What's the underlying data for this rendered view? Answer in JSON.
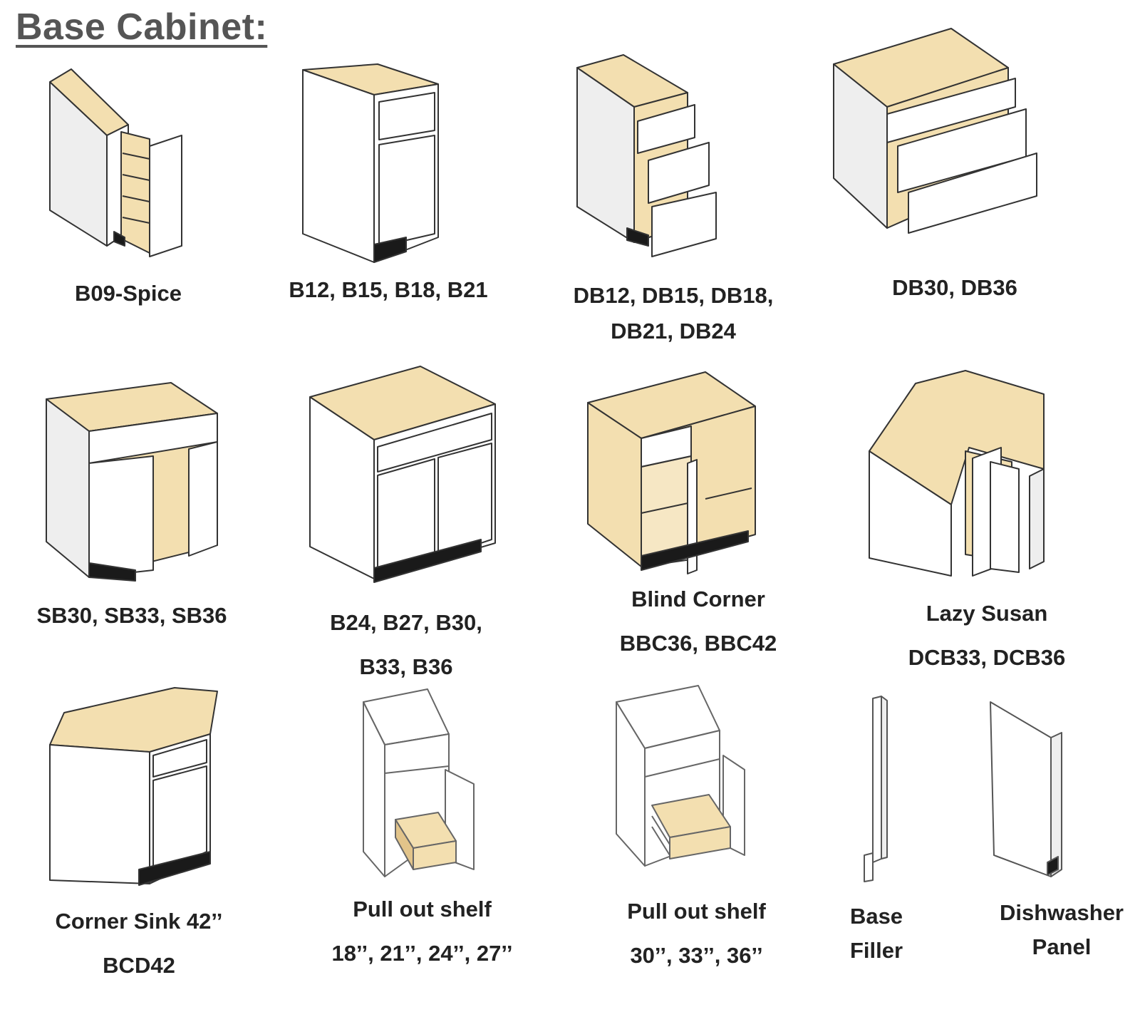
{
  "title": "Base Cabinet:",
  "colors": {
    "wood": "#f3dfb0",
    "wood_dark": "#e2c48a",
    "panel": "#ffffff",
    "side": "#eeeeee",
    "outline": "#333333",
    "toe": "#1a1a1a"
  },
  "items": [
    {
      "icon": "spice-cabinet-icon",
      "caption": [
        "B09-Spice"
      ]
    },
    {
      "icon": "single-door-cabinet-icon",
      "caption": [
        "B12, B15, B18, B21"
      ]
    },
    {
      "icon": "three-drawer-cabinet-icon",
      "caption": [
        "DB12, DB15, DB18,",
        "DB21, DB24"
      ]
    },
    {
      "icon": "wide-drawer-cabinet-icon",
      "caption": [
        "DB30, DB36"
      ]
    },
    {
      "icon": "sink-base-cabinet-icon",
      "caption": [
        "SB30, SB33, SB36"
      ]
    },
    {
      "icon": "double-door-cabinet-icon",
      "caption": [
        "B24, B27, B30,",
        "B33, B36"
      ]
    },
    {
      "icon": "blind-corner-cabinet-icon",
      "caption": [
        "Blind Corner",
        "BBC36, BBC42"
      ]
    },
    {
      "icon": "lazy-susan-cabinet-icon",
      "caption": [
        "Lazy Susan",
        "DCB33, DCB36"
      ]
    },
    {
      "icon": "corner-sink-cabinet-icon",
      "caption": [
        "Corner Sink 42’’",
        "BCD42"
      ]
    },
    {
      "icon": "pull-out-shelf-small-icon",
      "caption": [
        "Pull out shelf",
        "18’’, 21’’, 24’’, 27’’"
      ]
    },
    {
      "icon": "pull-out-shelf-large-icon",
      "caption": [
        "Pull out shelf",
        "30’’, 33’’, 36’’"
      ]
    },
    {
      "icon": "base-filler-icon",
      "caption": [
        "Base",
        "Filler"
      ]
    },
    {
      "icon": "dishwasher-panel-icon",
      "caption": [
        "Dishwasher",
        "Panel"
      ]
    }
  ]
}
